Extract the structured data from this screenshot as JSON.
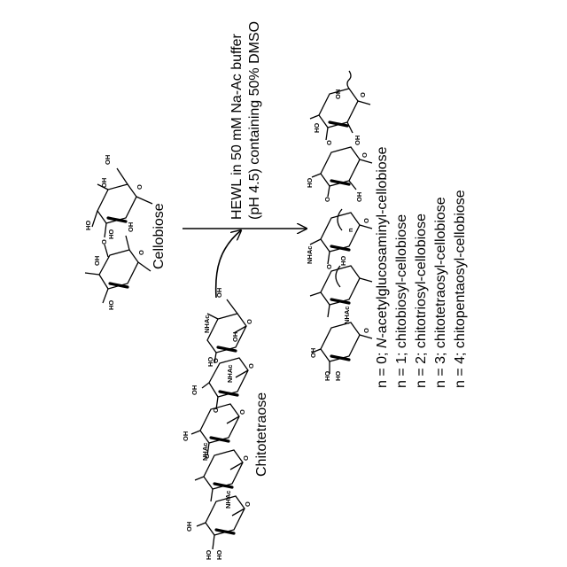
{
  "reactant_1": {
    "name": "Cellobiose",
    "atoms": [
      "OH",
      "O",
      "OH",
      "HO",
      "HO",
      "OH",
      "O",
      "O",
      "HO",
      "OH"
    ]
  },
  "reactant_2": {
    "name": "Chitotetraose",
    "atoms": [
      "NHAc",
      "OH",
      "OH",
      "O",
      "HO",
      "O",
      "NHAc",
      "O",
      "OH",
      "O",
      "NHAc",
      "O",
      "OH",
      "O",
      "NHAc",
      "O",
      "OH",
      "HO",
      "HO",
      "O"
    ]
  },
  "conditions": {
    "line_1": "HEWL in 50 mM Na-Ac buffer",
    "line_2": "(pH 4.5) containing 50% DMSO"
  },
  "product": {
    "atoms": [
      "OH",
      "O",
      "HO",
      "OH",
      "O",
      "HO",
      "O",
      "OH",
      "O",
      "n",
      "NHAc",
      "HO",
      "O",
      "O",
      "NHAc",
      "OH",
      "HO",
      "HO",
      "O"
    ],
    "legend": [
      {
        "prefix": "n = 0; ",
        "italic": "N",
        "rest": "-acetylglucosaminyl-cellobiose"
      },
      {
        "prefix": "n = 1; ",
        "italic": "",
        "rest": "chitobiosyl-cellobiose"
      },
      {
        "prefix": "n = 2; ",
        "italic": "",
        "rest": "chitotriosyl-cellobiose"
      },
      {
        "prefix": "n = 3; ",
        "italic": "",
        "rest": "chitotetraosyl-cellobiose"
      },
      {
        "prefix": "n = 4; ",
        "italic": "",
        "rest": "chitopentaosyl-cellobiose"
      }
    ]
  }
}
